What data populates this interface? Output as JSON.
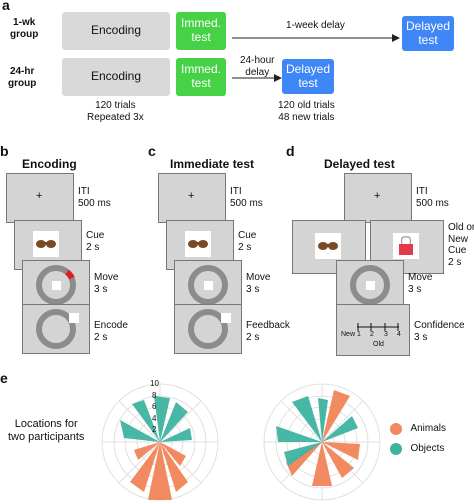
{
  "panel_a": {
    "letter": "a",
    "row1_group": "1-wk\ngroup",
    "row2_group": "24-hr\ngroup",
    "encoding": "Encoding",
    "immediate_test": "Immed.\ntest",
    "delay_1wk": "1-week delay",
    "delay_24hr": "24-hour\ndelay",
    "delayed_test": "Delayed\ntest",
    "trials_note": "120 trials\nRepeated 3x",
    "delayed_trials_note": "120 old trials\n48 new trials"
  },
  "panel_b": {
    "letter": "b",
    "title": "Encoding",
    "steps": [
      {
        "name": "ITI",
        "duration": "500 ms"
      },
      {
        "name": "Cue",
        "duration": "2 s"
      },
      {
        "name": "Move",
        "duration": "3 s"
      },
      {
        "name": "Encode",
        "duration": "2 s"
      }
    ]
  },
  "panel_c": {
    "letter": "c",
    "title": "Immediate test",
    "steps": [
      {
        "name": "ITI",
        "duration": "500 ms"
      },
      {
        "name": "Cue",
        "duration": "2 s"
      },
      {
        "name": "Move",
        "duration": "3 s"
      },
      {
        "name": "Feedback",
        "duration": "2 s"
      }
    ]
  },
  "panel_d": {
    "letter": "d",
    "title": "Delayed test",
    "steps": [
      {
        "name": "ITI",
        "duration": "500 ms"
      },
      {
        "name": "Old or\nNew\nCue",
        "duration": "2 s"
      },
      {
        "name": "Move",
        "duration": "3 s"
      },
      {
        "name": "Confidence",
        "duration": "3 s"
      }
    ],
    "confidence_scale": {
      "new_label": "New",
      "old_label": "Old",
      "ticks": [
        "1",
        "2",
        "3",
        "4"
      ]
    }
  },
  "panel_e": {
    "letter": "e",
    "caption": "Locations for\ntwo participants",
    "radial_ticks": [
      "10",
      "8",
      "6",
      "4",
      "2"
    ],
    "legend": [
      {
        "label": "Animals",
        "color": "#f28a61"
      },
      {
        "label": "Objects",
        "color": "#3fb3a0"
      }
    ]
  },
  "colors": {
    "gray_box": "#d9d9d9",
    "green": "#46d146",
    "blue": "#3f86f7",
    "animals": "#f28a61",
    "objects": "#3fb3a0",
    "ring": "#8c8c8c",
    "cursor_red": "#e02020"
  }
}
